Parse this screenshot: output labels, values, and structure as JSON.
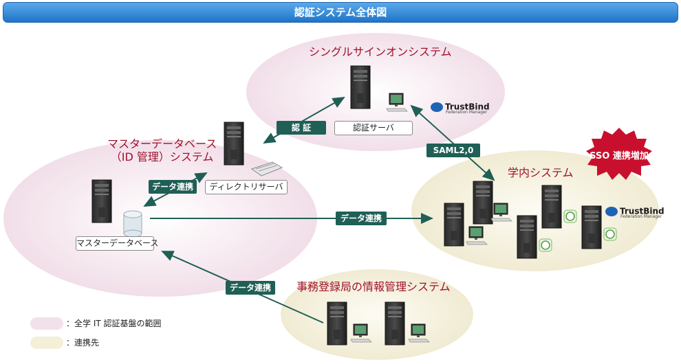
{
  "title": "認証システム全体図",
  "systems": {
    "sso": "シングルサインオンシステム",
    "master": "マスターデータベース\n（ID 管理）システム",
    "campus": "学内システム",
    "office": "事務登録局の情報管理システム"
  },
  "labels": {
    "auth_server": "認証サーバ",
    "directory_server": "ディレクトリサーバ",
    "master_db": "マスターデータベース"
  },
  "tags": {
    "auth": "認 証",
    "saml": "SAML2,0",
    "data_link_1": "データ連携",
    "data_link_2": "データ連携",
    "data_link_3": "データ連携"
  },
  "badge": "SSO 連携増加",
  "logos": {
    "name": "TrustBind",
    "sub": "Federation Manager"
  },
  "legend": [
    {
      "text": "：全学 IT 認証基盤の範囲",
      "color": "#f2e1ea"
    },
    {
      "text": "：連携先",
      "color": "#f3efd9"
    }
  ],
  "colors": {
    "scope": "#f2e1ea",
    "partner": "#f3efd9",
    "accent": "#1f5f55",
    "title_bar": "#2a86d8",
    "badge": "#c8102e"
  }
}
